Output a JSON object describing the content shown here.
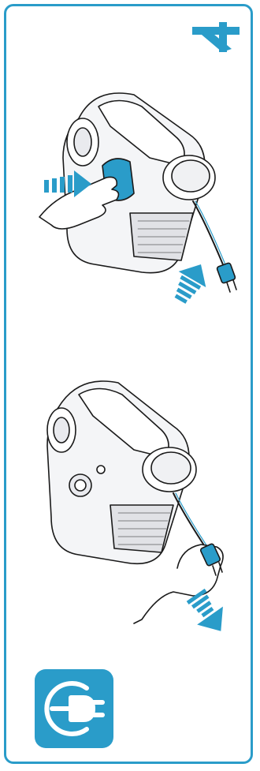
{
  "step": {
    "number": "4"
  },
  "colors": {
    "accent": "#2a9cc9",
    "outline": "#1a1a1a",
    "panel": "#e9eaee"
  },
  "icons": {
    "step_icon": "step-number-4",
    "insert": "insert-plug-illustration",
    "remove": "remove-plug-illustration",
    "plug": "power-plug-icon"
  }
}
